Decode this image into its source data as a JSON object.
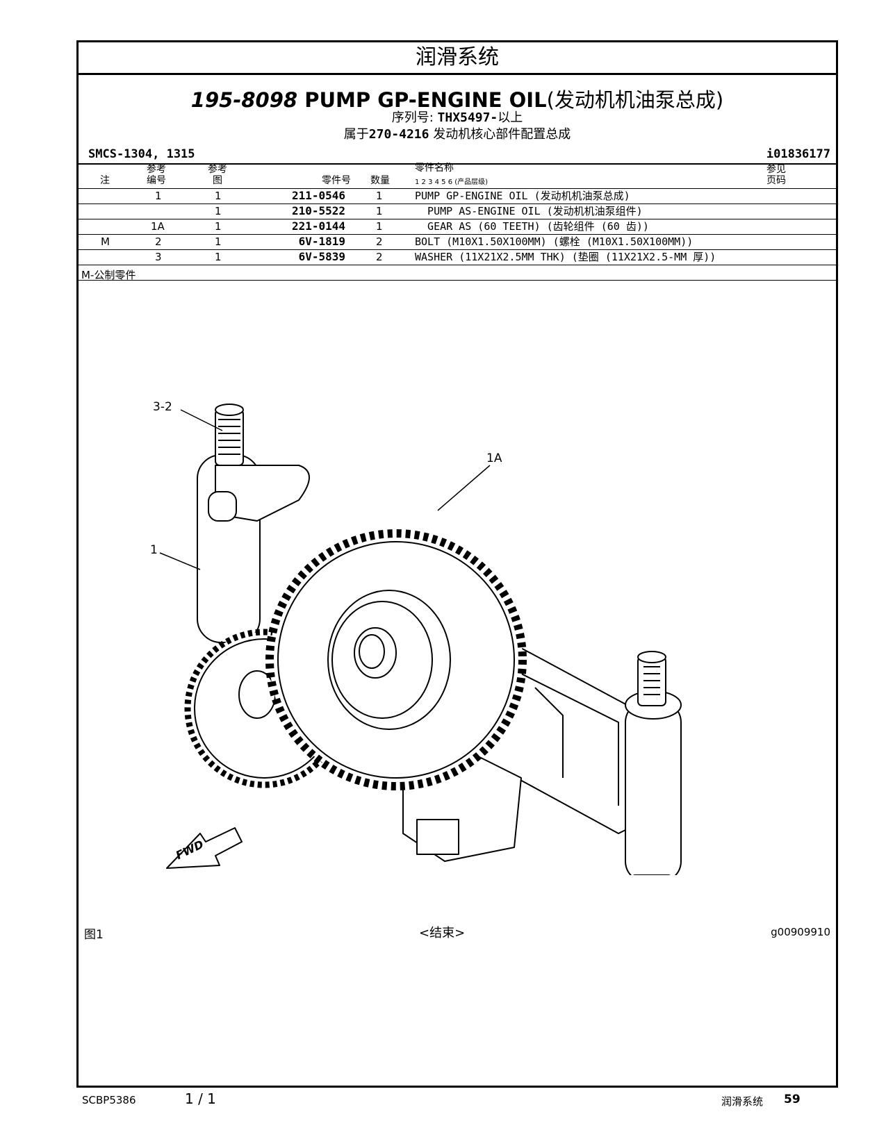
{
  "section_title": "润滑系统",
  "header": {
    "part_number": "195-8098",
    "part_name": "PUMP GP-ENGINE OIL",
    "part_name_cn": "(发动机机油泵总成)",
    "serial_label": "序列号:",
    "serial_value": "THX5497-",
    "serial_suffix": "以上",
    "belongs_prefix": "属于",
    "belongs_pn": "270-4216",
    "belongs_name": "发动机核心部件配置总成",
    "smcs": "SMCS-1304, 1315",
    "illustration_id": "i01836177"
  },
  "table": {
    "headers": {
      "note": "注",
      "ref_no_1": "参考",
      "ref_no_2": "编号",
      "ref_fig_1": "参考",
      "ref_fig_2": "图",
      "part_no": "零件号",
      "qty": "数量",
      "name_1": "零件名称",
      "name_2": "1  2  3  4  5  6 (产品层级)",
      "see_1": "参见",
      "see_2": "页码"
    },
    "rows": [
      {
        "note": "",
        "ref": "1",
        "fig": "1",
        "pn": "211-0546",
        "qty": "1",
        "desc": "PUMP GP-ENGINE OIL (发动机机油泵总成)"
      },
      {
        "note": "",
        "ref": "",
        "fig": "1",
        "pn": "210-5522",
        "qty": "1",
        "desc": "  PUMP AS-ENGINE OIL (发动机机油泵组件)"
      },
      {
        "note": "",
        "ref": "1A",
        "fig": "1",
        "pn": "221-0144",
        "qty": "1",
        "desc": "  GEAR AS (60 TEETH) (齿轮组件 (60 齿))"
      },
      {
        "note": "M",
        "ref": "2",
        "fig": "1",
        "pn": "6V-1819",
        "qty": "2",
        "desc": "BOLT (M10X1.50X100MM) (螺栓 (M10X1.50X100MM))"
      },
      {
        "note": "",
        "ref": "3",
        "fig": "1",
        "pn": "6V-5839",
        "qty": "2",
        "desc": "WASHER (11X21X2.5MM THK) (垫圈 (11X21X2.5-MM 厚))"
      }
    ],
    "footnote": "M-公制零件"
  },
  "figure": {
    "callouts": {
      "c32": "3-2",
      "c1a": "1A",
      "c1": "1"
    },
    "fwd": "FWD",
    "label": "图1",
    "end": "<结束>",
    "graphic_id": "g00909910"
  },
  "footer": {
    "doc": "SCBP5386",
    "pages": "1 / 1",
    "section": "润滑系统",
    "page": "59"
  }
}
